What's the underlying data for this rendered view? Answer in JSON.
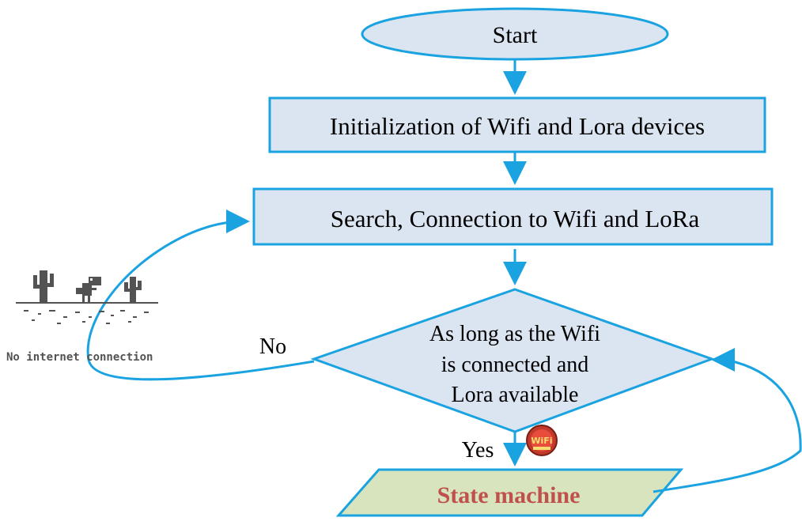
{
  "diagram": {
    "nodes": {
      "start": {
        "label": "Start"
      },
      "init": {
        "label": "Initialization of Wifi and Lora devices"
      },
      "search": {
        "label": "Search, Connection to Wifi and LoRa"
      },
      "decision": {
        "lines": [
          "As long as the Wifi",
          "is connected and",
          "Lora available"
        ]
      },
      "state": {
        "label": "State machine"
      }
    },
    "edges": {
      "no_label": "No",
      "yes_label": "Yes"
    },
    "illustrations": {
      "offline_caption": "No internet connection",
      "wifi_badge_text": "WiFi"
    },
    "colors": {
      "shape_fill": "#dbe5f1",
      "shape_stroke": "#1aa3e0",
      "arrow": "#1aa3e0",
      "state_fill": "#d7e4bd",
      "state_text": "#c0504d",
      "text": "#000000"
    }
  }
}
